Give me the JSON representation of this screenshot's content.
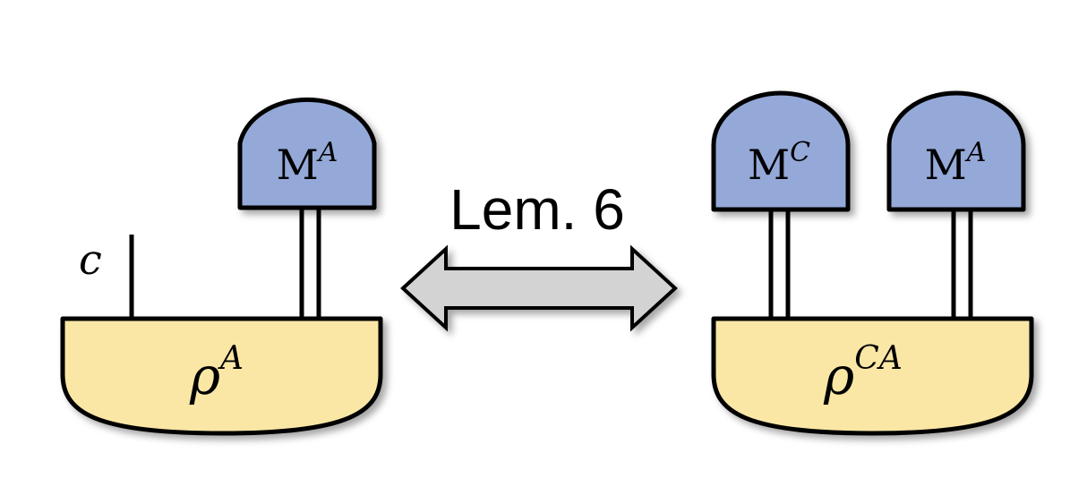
{
  "colors": {
    "state_fill": "#fae7a5",
    "measurement_fill": "#94a9d8",
    "arrow_fill": "#d3d3d3",
    "stroke": "#000000"
  },
  "left": {
    "system_label": "c",
    "measurement": {
      "base": "M",
      "sup": "A"
    },
    "state": {
      "base": "ρ",
      "sup": "A"
    }
  },
  "arrow": {
    "label": "Lem. 6"
  },
  "right": {
    "measurement_1": {
      "base": "M",
      "sup": "C"
    },
    "measurement_2": {
      "base": "M",
      "sup": "A"
    },
    "state": {
      "base": "ρ",
      "sup": "CA"
    }
  }
}
